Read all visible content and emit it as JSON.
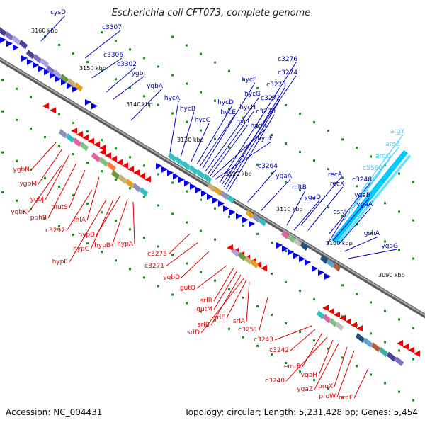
{
  "title": "Escherichia coli CFT073, complete genome",
  "footer": {
    "accession": "Accession: NC_004431",
    "info": "Topology: circular; Length: 5,231,428 bp; Genes: 5,454"
  },
  "colors": {
    "forward_gene": "#0000ee",
    "reverse_gene": "#ee0000",
    "trna": "#00ccff",
    "backbone": "#808080",
    "tick": "#228b22"
  },
  "scale_labels": [
    "3160 kbp",
    "3150 kbp",
    "3140 kbp",
    "3130 kbp",
    "3120 kbp",
    "3110 kbp",
    "3100 kbp",
    "3090 kbp"
  ],
  "forward_genes": [
    "cysD",
    "c3307",
    "c3306",
    "c3302",
    "ygbI",
    "ygbA",
    "hycA",
    "hycB",
    "hycC",
    "hycD",
    "hycE",
    "hycF",
    "hycG",
    "hycH",
    "hycI",
    "hydN",
    "hypF",
    "c3276",
    "c3274",
    "c3273",
    "c3272",
    "c3270",
    "c3264",
    "ygaA",
    "mltB",
    "ygaD",
    "recA",
    "recX",
    "c3248",
    "csrA",
    "ygaB",
    "ygaA",
    "gshA",
    "ygaG"
  ],
  "trna_genes": [
    "argY",
    "argZ",
    "argQ",
    "c5560"
  ],
  "reverse_genes": [
    "ygbN",
    "ygbM",
    "ygbJ",
    "ygbK",
    "pphB",
    "mutS",
    "fhlA",
    "c3292",
    "hypE",
    "hypC",
    "hypD",
    "hypB",
    "hypA",
    "c3275",
    "c3271",
    "ygbD",
    "gutQ",
    "srlR",
    "gutM",
    "srlB",
    "srlD",
    "srlE",
    "srlA",
    "c3251",
    "c3243",
    "c3242",
    "emrB",
    "c3240",
    "ygaH",
    "ygaZ",
    "proX",
    "proW",
    "nrdF"
  ]
}
